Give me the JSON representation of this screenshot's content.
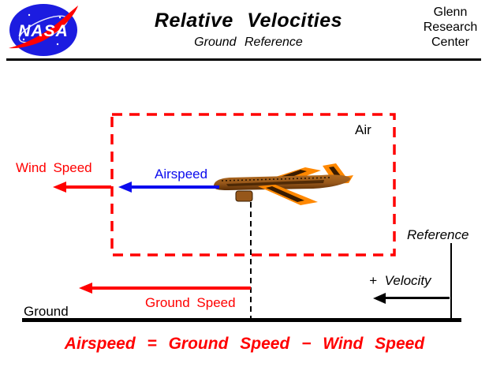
{
  "header": {
    "logo_text": "NASA",
    "title": "Relative Velocities",
    "subtitle": "Ground Reference",
    "org_lines": [
      "Glenn",
      "Research",
      "Center"
    ]
  },
  "diagram": {
    "air_label": "Air",
    "airspeed_label": "Airspeed",
    "wind_speed_label": "Wind Speed",
    "ground_speed_label": "Ground Speed",
    "ground_label": "Ground",
    "reference_label": "Reference",
    "velocity_label": "+ Velocity"
  },
  "equation": "Airspeed = Ground Speed − Wind Speed",
  "colors": {
    "accent_red": "#ff0000",
    "accent_blue": "#0b0bee",
    "nasa_blue": "#1c1ce0",
    "plane_orange": "#ff8800",
    "plane_brown": "#96571a"
  }
}
